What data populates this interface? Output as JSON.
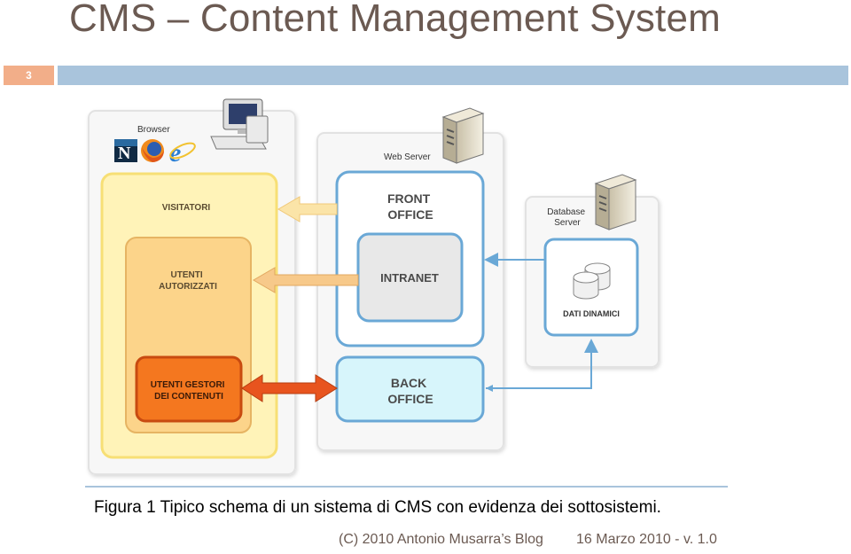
{
  "header": {
    "title": "CMS – Content Management System",
    "slide_number": "3"
  },
  "diagram": {
    "browser_label": "Browser",
    "web_server_label": "Web Server",
    "database_server_label": [
      "Database",
      "Server"
    ],
    "visitatori": "VISITATORI",
    "utenti_autorizzati": [
      "UTENTI",
      "AUTORIZZATI"
    ],
    "utenti_gestori": [
      "UTENTI GESTORI",
      "DEI CONTENUTI"
    ],
    "front_office": [
      "FRONT",
      "OFFICE"
    ],
    "intranet": "INTRANET",
    "back_office": [
      "BACK",
      "OFFICE"
    ],
    "dati_dinamici": "DATI DINAMICI",
    "browser_icons": [
      "netscape-icon",
      "firefox-icon",
      "internet-explorer-icon"
    ],
    "colors": {
      "visitatori_fill": "#fff3b8",
      "autorizzati_fill": "#fcd48a",
      "gestori_fill": "#f4771f",
      "office_border": "#6aa8d6",
      "back_office_fill": "#d7f5fb",
      "intranet_fill": "#e8e8e8",
      "arrow_pale": "#fbe4a8",
      "arrow_tan": "#f7c98a",
      "arrow_red": "#e8541e"
    }
  },
  "caption": "Figura 1 Tipico schema di un sistema di CMS con evidenza dei sottosistemi.",
  "footer": {
    "left": "(C) 2010 Antonio Musarra’s Blog",
    "right": "16 Marzo 2010 - v. 1.0"
  }
}
